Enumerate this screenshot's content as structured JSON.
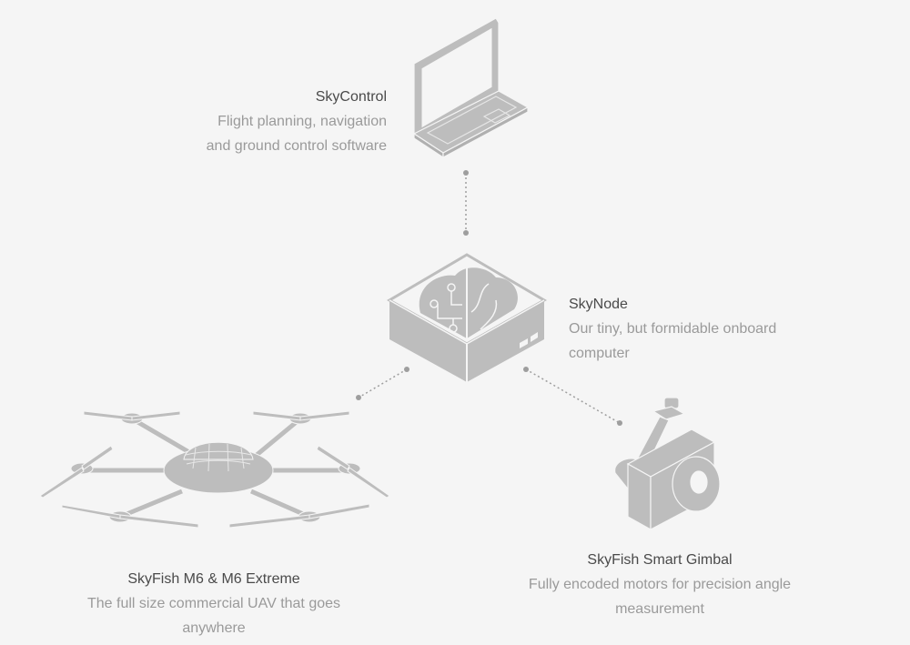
{
  "colors": {
    "background": "#f5f5f5",
    "illustration": "#bdbdbd",
    "connector": "#9e9e9e",
    "title": "#4a4a4a",
    "description": "#9a9a9a"
  },
  "nodes": {
    "skycontrol": {
      "title": "SkyControl",
      "description_lines": [
        "Flight planning, navigation",
        "and ground control software"
      ],
      "icon": "laptop-icon"
    },
    "skynode": {
      "title": "SkyNode",
      "description_lines": [
        "Our tiny, but formidable onboard",
        "computer"
      ],
      "icon": "computer-box-brain-icon"
    },
    "skyfish_m6": {
      "title": "SkyFish M6 & M6 Extreme",
      "description_lines": [
        "The full size commercial UAV that goes",
        "anywhere"
      ],
      "icon": "hexacopter-drone-icon"
    },
    "gimbal": {
      "title": "SkyFish Smart Gimbal",
      "description_lines": [
        "Fully encoded motors for precision angle",
        "measurement"
      ],
      "icon": "camera-gimbal-icon"
    }
  }
}
